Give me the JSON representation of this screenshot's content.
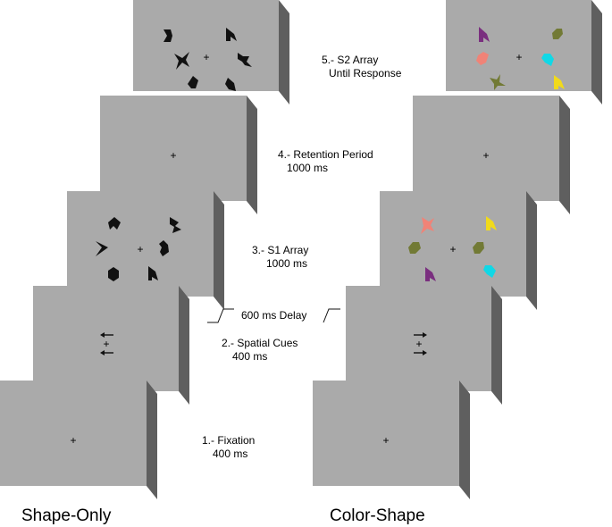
{
  "conditions": [
    "Shape-Only",
    "Color-Shape"
  ],
  "screen_color": "#aaaaaa",
  "steps": [
    {
      "title": "1.- Fixation",
      "duration": "400 ms"
    },
    {
      "title": "2.-  Spatial Cues",
      "duration": "400 ms"
    },
    {
      "title": "3.-  S1 Array",
      "duration": "1000 ms"
    },
    {
      "title": "4.- Retention Period",
      "duration": "1000 ms"
    },
    {
      "title": "5.- S2 Array",
      "duration": "Until Response"
    }
  ],
  "delay_label": "600 ms Delay",
  "fixation_symbol": "+",
  "shape_colors": {
    "black": "#111111",
    "purple": "#7a2f7f",
    "salmon": "#f08377",
    "olive": "#727a35",
    "cyan": "#10d8e6",
    "yellow": "#f1da1b"
  }
}
